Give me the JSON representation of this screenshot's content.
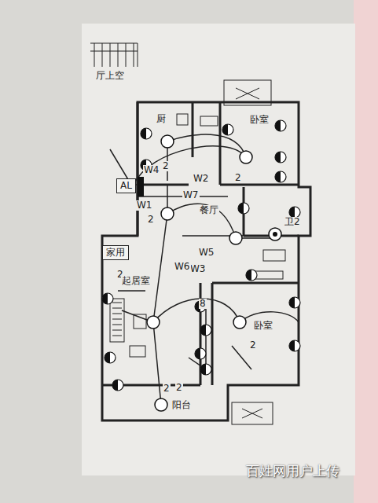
{
  "diagram": {
    "nodes": [
      {
        "text": [
          "AL"
        ]
      },
      {
        "text": [
          "家用"
        ]
      }
    ],
    "labels": [
      "厅上空",
      "厨",
      "卧室",
      "W4",
      "2",
      "W2",
      "W7",
      "W1",
      "2",
      "餐厅",
      "2",
      "卫2",
      "W5",
      "W3",
      "W6",
      "2",
      "起居室",
      "8",
      "卧室",
      "2",
      "2",
      "阳台",
      "2",
      "百姓网用户上传"
    ]
  }
}
